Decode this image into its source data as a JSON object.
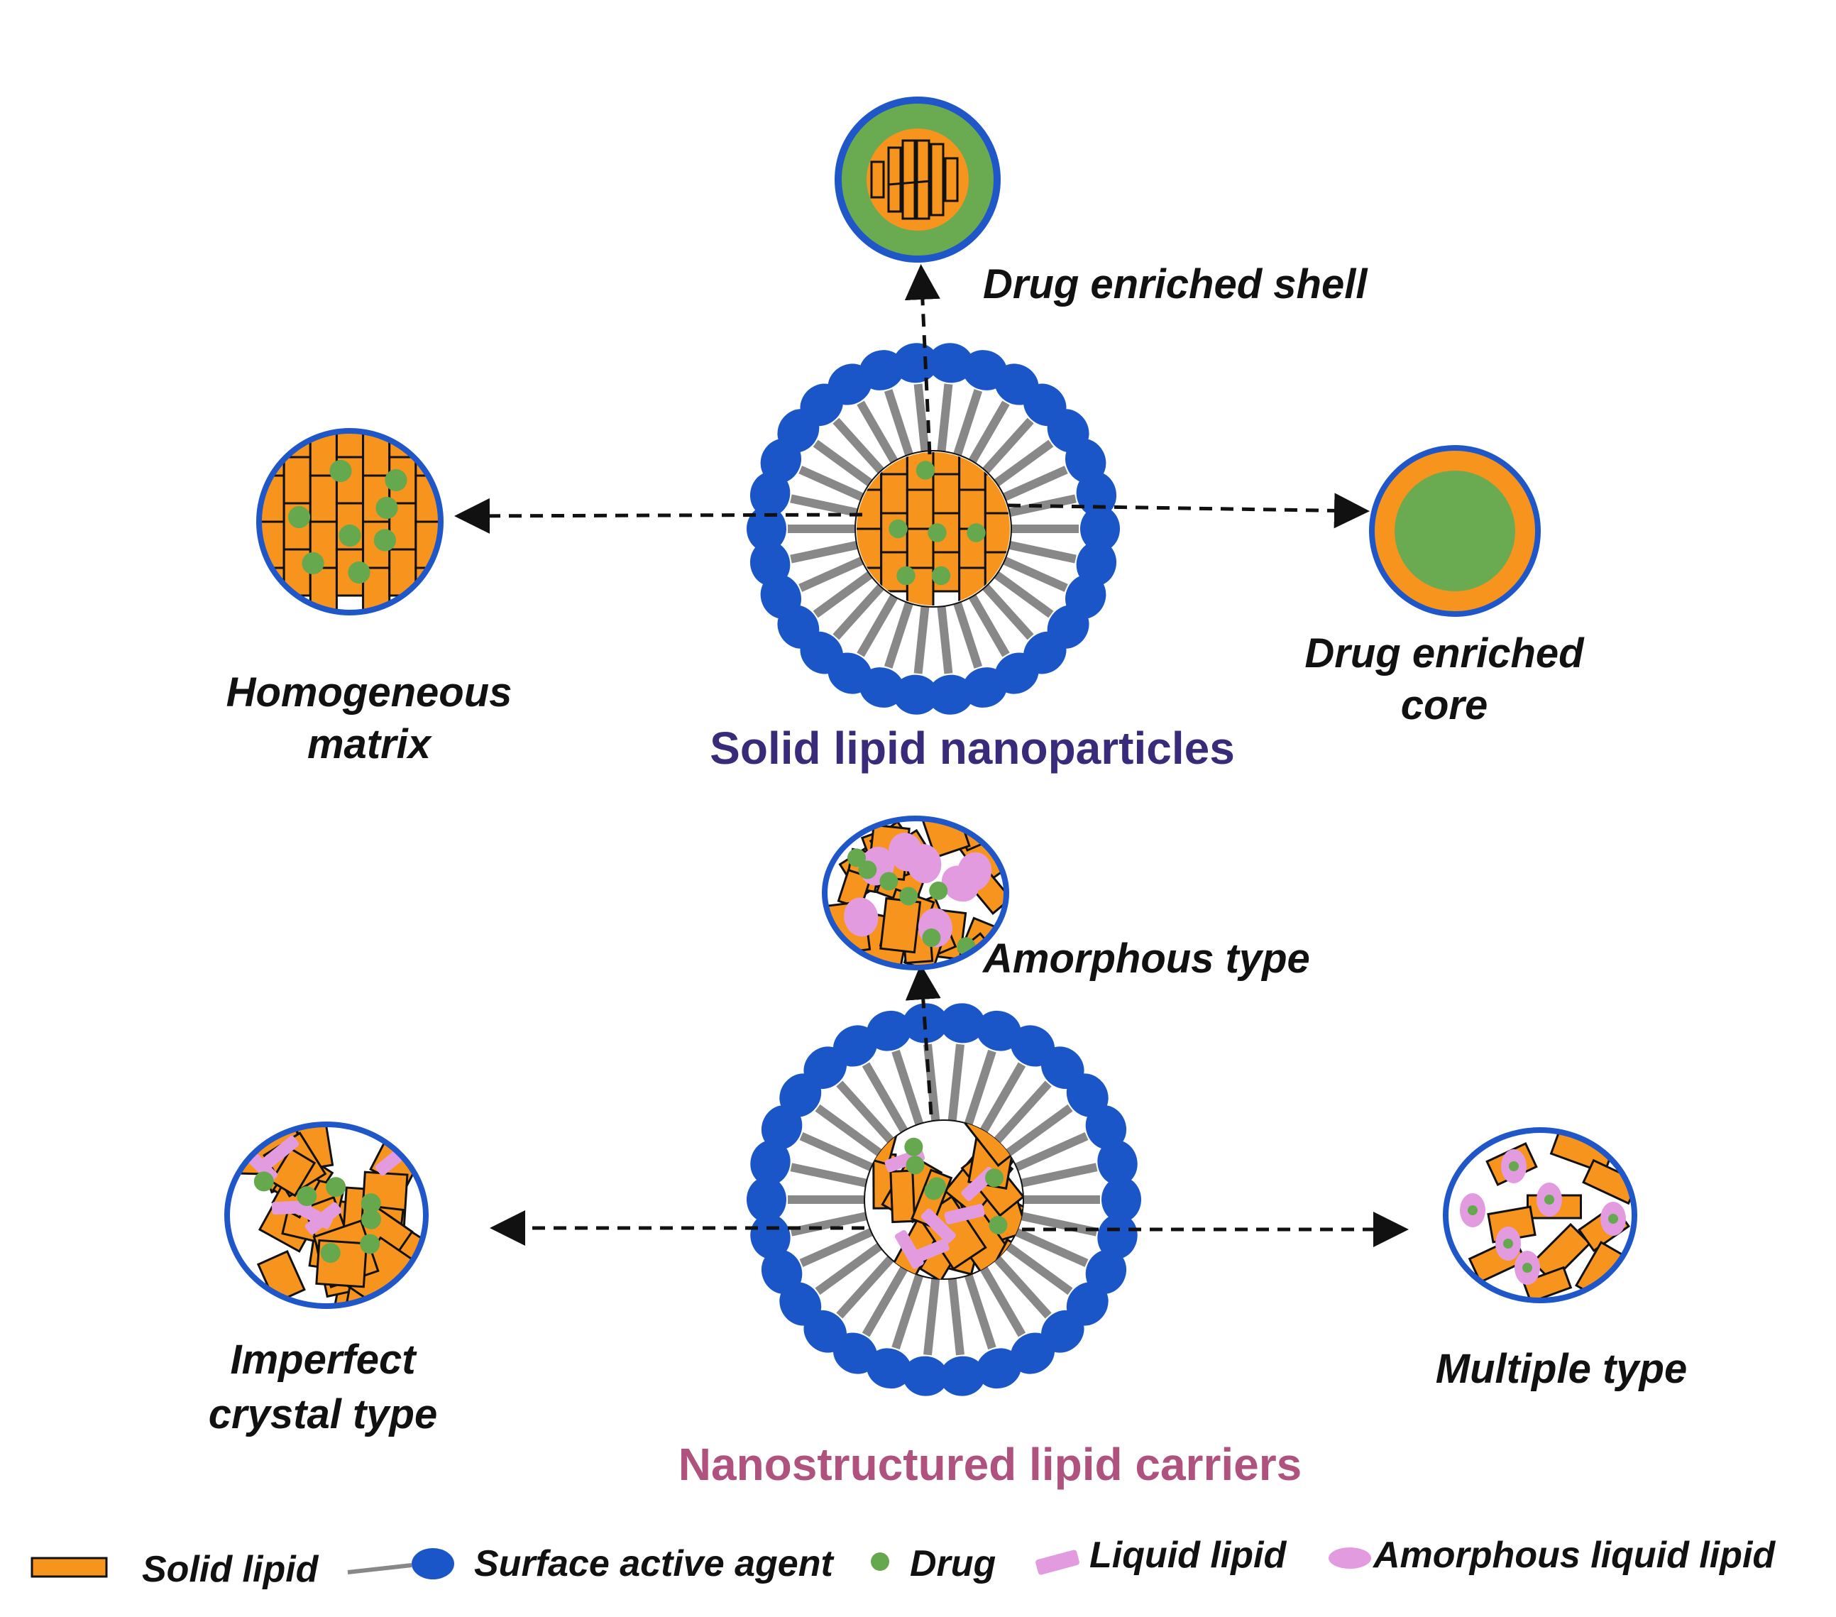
{
  "colors": {
    "solid_lipid": "#f7941d",
    "surfactant_head": "#1b56c9",
    "surfactant_tail": "#888888",
    "drug": "#66a84e",
    "liquid_lipid": "#e39be0",
    "shell_outline": "#1f56c8",
    "sln_title": "#3a2a7a",
    "nlc_title": "#b0527e",
    "arrow": "#111111"
  },
  "sln": {
    "title": "Solid lipid nanoparticles",
    "labels": {
      "top": "Drug enriched shell",
      "left_line1": "Homogeneous",
      "left_line2": "matrix",
      "right_line1": "Drug enriched",
      "right_line2": "core"
    }
  },
  "nlc": {
    "title": "Nanostructured lipid carriers",
    "labels": {
      "top": "Amorphous type",
      "left_line1": "Imperfect",
      "left_line2": "crystal type",
      "right": "Multiple type"
    }
  },
  "legend": {
    "solid_lipid": "Solid lipid",
    "surface_active_agent": "Surface active agent",
    "drug": "Drug",
    "liquid_lipid": "Liquid lipid",
    "amorphous_liquid_lipid": "Amorphous liquid lipid"
  }
}
